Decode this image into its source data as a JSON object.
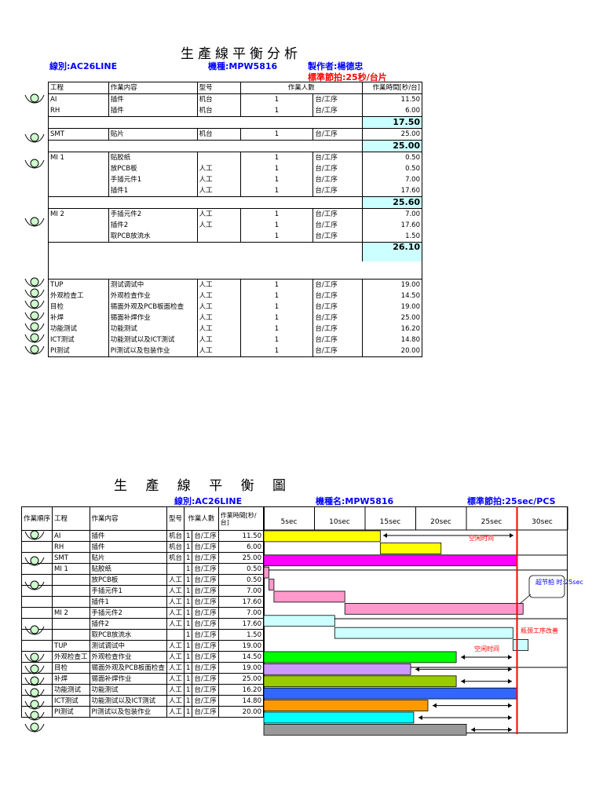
{
  "top": {
    "title": "生產線平衡分析",
    "line": "線別:AC26LINE",
    "model": "機種:MPW5816",
    "maker": "製作者:楊德忠",
    "takt": "標準節拍:25秒/台片",
    "headers": [
      "工程",
      "作業内容",
      "型号",
      "作業人數",
      "",
      "作業時間[秒/台]"
    ],
    "groups": [
      {
        "rows": [
          [
            "AI",
            "插件",
            "机台",
            "1",
            "台/工序",
            "11.50"
          ],
          [
            "RH",
            "插件",
            "机台",
            "1",
            "台/工序",
            "6.00"
          ]
        ],
        "total": "17.50"
      },
      {
        "rows": [
          [
            "SMT",
            "贴片",
            "机台",
            "1",
            "台/工序",
            "25.00"
          ]
        ],
        "total": "25.00"
      },
      {
        "rows": [
          [
            "MI 1",
            "贴胶纸",
            "",
            "1",
            "台/工序",
            "0.50"
          ],
          [
            "",
            "放PCB板",
            "人工",
            "1",
            "台/工序",
            "0.50"
          ],
          [
            "",
            "手插元件1",
            "人工",
            "1",
            "台/工序",
            "7.00"
          ],
          [
            "",
            "插件1",
            "人工",
            "1",
            "台/工序",
            "17.60"
          ]
        ],
        "total": "25.60"
      },
      {
        "rows": [
          [
            "MI 2",
            "手插元件2",
            "人工",
            "1",
            "台/工序",
            "7.00"
          ],
          [
            "",
            "插件2",
            "人工",
            "1",
            "台/工序",
            "17.60"
          ],
          [
            "",
            "取PCB放流水",
            "",
            "1",
            "台/工序",
            "1.50"
          ]
        ],
        "total": "26.10"
      },
      {
        "rows": [
          [
            "TUP",
            "测试调试中",
            "人工",
            "1",
            "台/工序",
            "19.00"
          ],
          [
            "外观检查工",
            "外观检查作业",
            "人工",
            "1",
            "台/工序",
            "14.50"
          ],
          [
            "目检",
            "锡面外观及PCB板面检查",
            "人工",
            "1",
            "台/工序",
            "19.00"
          ],
          [
            "补焊",
            "锡面补焊作业",
            "人工",
            "1",
            "台/工序",
            "25.00"
          ],
          [
            "功能测试",
            "功能测试",
            "人工",
            "1",
            "台/工序",
            "16.20"
          ],
          [
            "ICT测试",
            "功能测试以及ICT测试",
            "人工",
            "1",
            "台/工序",
            "14.80"
          ],
          [
            "PI测试",
            "PI测试以及包装作业",
            "人工",
            "1",
            "台/工序",
            "20.00"
          ]
        ],
        "total": ""
      }
    ]
  },
  "bottom": {
    "title": "生 產 線 平 衡 圖",
    "line": "線別:AC26LINE",
    "model": "機種名:MPW5816",
    "takt": "標準節拍:25sec/PCS",
    "headers": [
      "作業順序",
      "工程",
      "作業内容",
      "型号",
      "作業人數",
      "作業時間[秒/台]"
    ],
    "scale": [
      "5sec",
      "10sec",
      "15sec",
      "20sec",
      "25sec",
      "30sec"
    ],
    "rows": [
      [
        "AI",
        "插件",
        "机台",
        "1",
        "台/工序",
        "11.50"
      ],
      [
        "RH",
        "插件",
        "机台",
        "1",
        "台/工序",
        "6.00"
      ],
      [
        "SMT",
        "贴片",
        "机台",
        "1",
        "台/工序",
        "25.00"
      ],
      [
        "MI 1",
        "贴胶纸",
        "",
        "1",
        "台/工序",
        "0.50"
      ],
      [
        "",
        "放PCB板",
        "人工",
        "1",
        "台/工序",
        "0.50"
      ],
      [
        "",
        "手插元件1",
        "人工",
        "1",
        "台/工序",
        "7.00"
      ],
      [
        "",
        "插件1",
        "人工",
        "1",
        "台/工序",
        "17.60"
      ],
      [
        "MI 2",
        "手插元件2",
        "人工",
        "1",
        "台/工序",
        "7.00"
      ],
      [
        "",
        "插件2",
        "人工",
        "1",
        "台/工序",
        "17.60"
      ],
      [
        "",
        "取PCB放流水",
        "",
        "1",
        "台/工序",
        "1.50"
      ],
      [
        "TUP",
        "测试调试中",
        "人工",
        "1",
        "台/工序",
        "19.00"
      ],
      [
        "外观检查工",
        "外观检查作业",
        "人工",
        "1",
        "台/工序",
        "14.50"
      ],
      [
        "目检",
        "锡面外观及PCB板面检查",
        "人工",
        "1",
        "台/工序",
        "19.00"
      ],
      [
        "补焊",
        "锡面补焊作业",
        "人工",
        "1",
        "台/工序",
        "25.00"
      ],
      [
        "功能测试",
        "功能测试",
        "人工",
        "1",
        "台/工序",
        "16.20"
      ],
      [
        "ICT测试",
        "功能测试以及ICT测试",
        "人工",
        "1",
        "台/工序",
        "14.80"
      ],
      [
        "PI测试",
        "PI测试以及包装作业",
        "人工",
        "1",
        "台/工序",
        "20.00"
      ]
    ],
    "notes": {
      "idle": "空闲时间",
      "callout": "超节拍 时:25sec",
      "bottleneck": "瓶颈工序改善",
      "idle2": "空闲时间"
    }
  },
  "chart_data": {
    "type": "bar",
    "title": "生 產 線 平 衡 圖",
    "categories": [
      "AI",
      "RH",
      "SMT",
      "MI 1 贴胶纸",
      "放PCB板",
      "手插元件1",
      "插件1",
      "MI 2 手插元件2",
      "插件2",
      "取PCB放流水",
      "TUP",
      "外观检查工",
      "目检",
      "补焊",
      "功能测试",
      "ICT测试",
      "PI测试"
    ],
    "bars": [
      {
        "start": 0,
        "end": 11.5,
        "color": "#ffff00"
      },
      {
        "start": 11.5,
        "end": 17.5,
        "color": "#ffff00"
      },
      {
        "start": 0,
        "end": 25.0,
        "color": "#ff00ff"
      },
      {
        "start": 0,
        "end": 0.5,
        "color": "#ff99cc"
      },
      {
        "start": 0.5,
        "end": 1.0,
        "color": "#ff99cc"
      },
      {
        "start": 1.0,
        "end": 8.0,
        "color": "#ff99cc"
      },
      {
        "start": 8.0,
        "end": 25.6,
        "color": "#ff99cc"
      },
      {
        "start": 0,
        "end": 7.0,
        "color": "#ccffff"
      },
      {
        "start": 7.0,
        "end": 24.6,
        "color": "#ccffff"
      },
      {
        "start": 24.6,
        "end": 26.1,
        "color": "#ccffff"
      },
      {
        "start": 0,
        "end": 19.0,
        "color": "#00ff00"
      },
      {
        "start": 0,
        "end": 14.5,
        "color": "#cc99ff"
      },
      {
        "start": 0,
        "end": 19.0,
        "color": "#99cc00"
      },
      {
        "start": 0,
        "end": 25.0,
        "color": "#3366ff"
      },
      {
        "start": 0,
        "end": 16.2,
        "color": "#ff9900"
      },
      {
        "start": 0,
        "end": 14.8,
        "color": "#00ffff"
      },
      {
        "start": 0,
        "end": 20.0,
        "color": "#999999"
      }
    ],
    "xlim": [
      0,
      30
    ],
    "takt_line": 25
  }
}
